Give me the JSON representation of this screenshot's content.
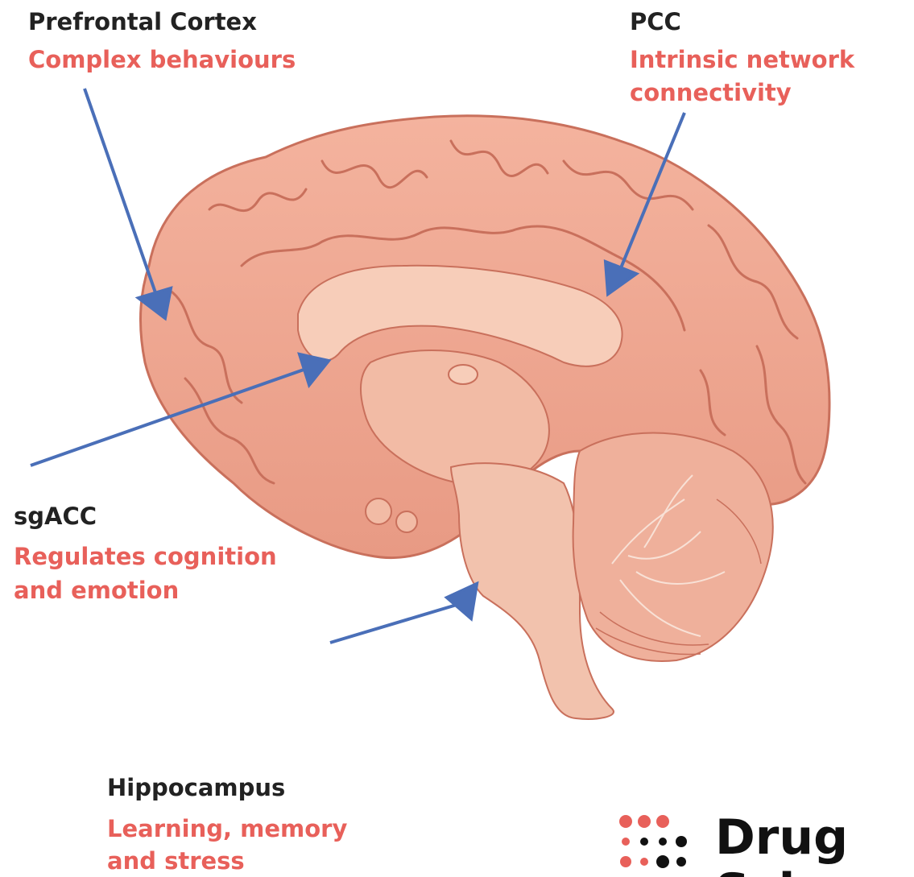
{
  "labels": {
    "prefrontal": {
      "name": "Prefrontal Cortex",
      "role": "Complex behaviours"
    },
    "pcc": {
      "name": "PCC",
      "role_line1": "Intrinsic network",
      "role_line2": "connectivity"
    },
    "sgacc": {
      "name": "sgACC",
      "role_line1": "Regulates cognition",
      "role_line2": "and emotion"
    },
    "hippocampus": {
      "name": "Hippocampus",
      "role_line1": "Learning, memory",
      "role_line2": "and stress"
    }
  },
  "logo": {
    "word": "Drug",
    "word2": "Sci"
  },
  "colors": {
    "name_text": "#222222",
    "role_text": "#e8605a",
    "arrow": "#4a6fb8",
    "brain_fill": "#f0a892",
    "brain_stroke": "#c9705c",
    "logo_dot_accent": "#e8605a",
    "logo_dot_dark": "#111111"
  }
}
